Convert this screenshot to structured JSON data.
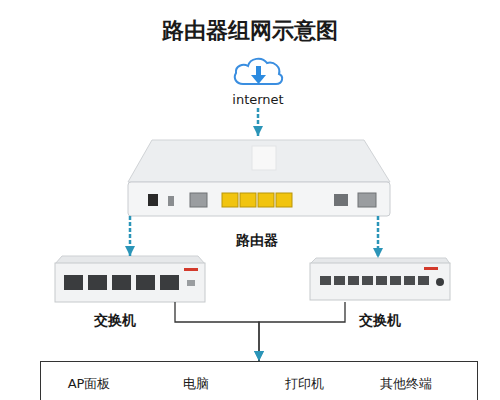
{
  "diagram": {
    "title": "路由器组网示意图",
    "nodes": [
      {
        "text": [
          "internet"
        ]
      },
      {
        "text": [
          "路由器"
        ]
      },
      {
        "text": [
          "交换机"
        ]
      },
      {
        "text": [
          "交换机"
        ]
      },
      {
        "text": [
          "AP面板",
          "电脑",
          "打印机",
          "其他终端"
        ]
      }
    ],
    "edges": [
      {
        "from": 0,
        "to": 1,
        "arrow": "to"
      },
      {
        "from": 1,
        "to": 2,
        "arrow": "to"
      },
      {
        "from": 1,
        "to": 3,
        "arrow": "to"
      },
      {
        "from": 2,
        "to": 4,
        "arrow": "to"
      },
      {
        "from": 3,
        "to": 4,
        "arrow": "to"
      }
    ]
  }
}
